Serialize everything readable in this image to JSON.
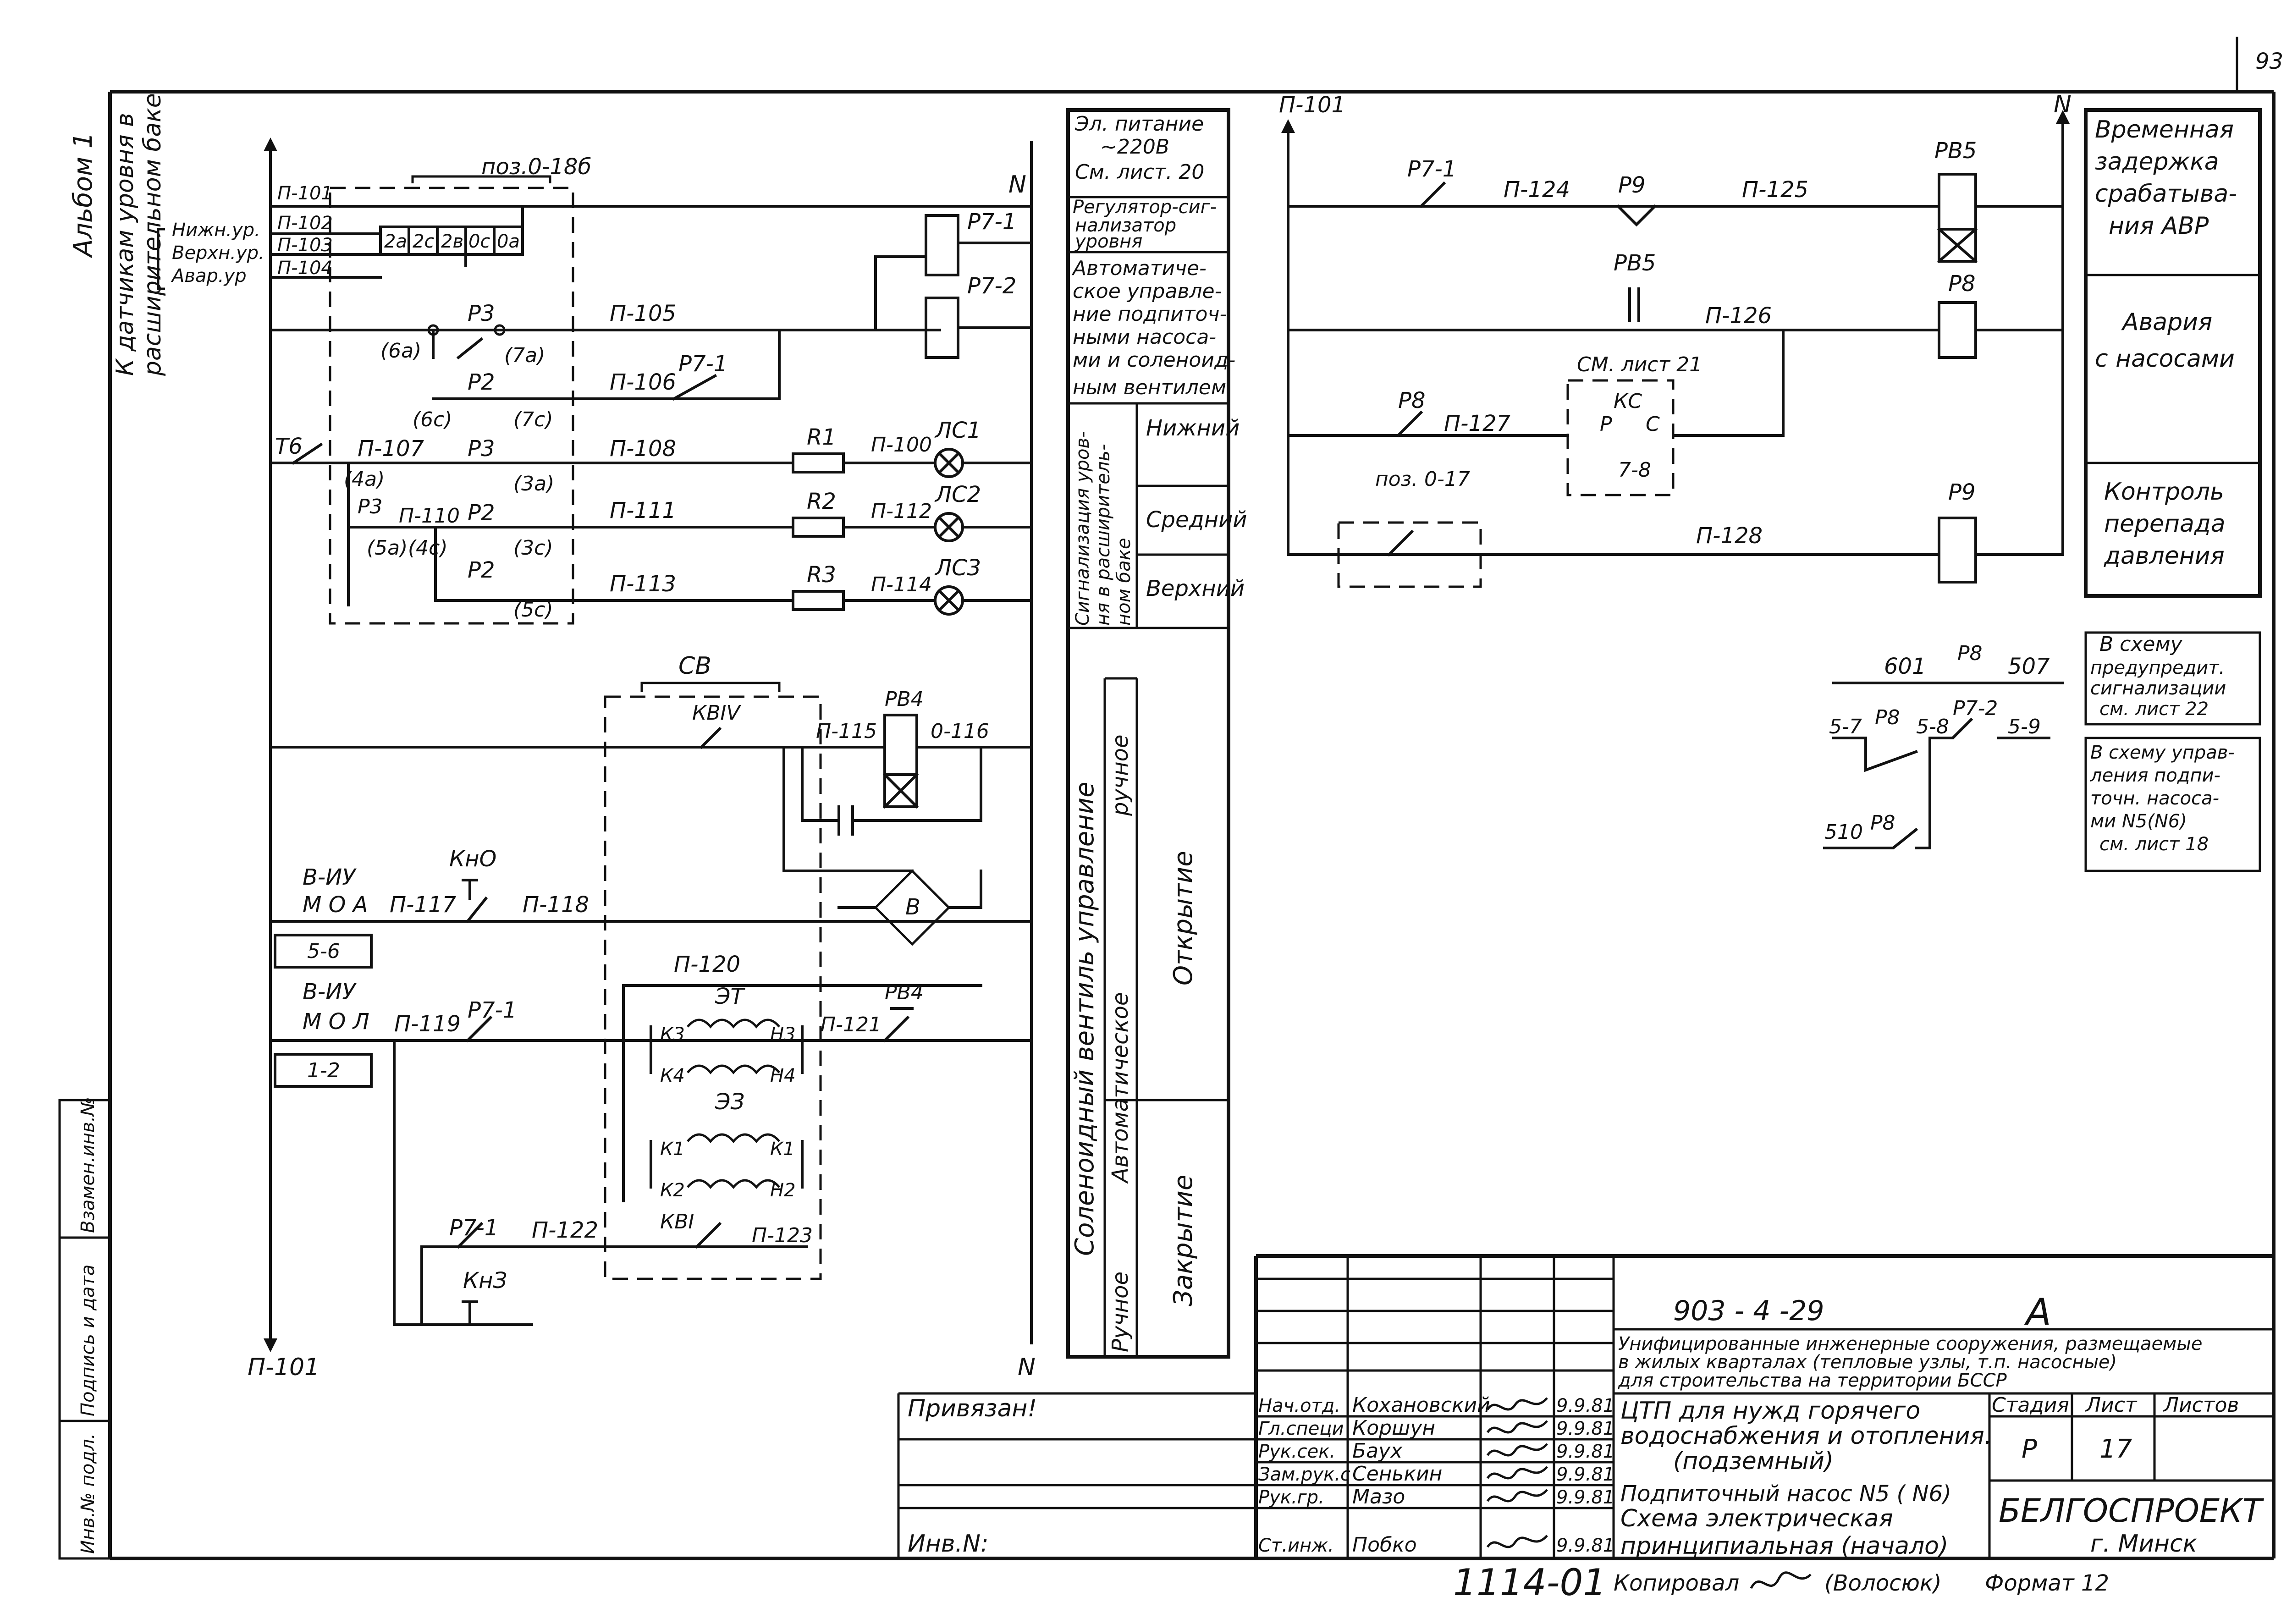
{
  "sheet": {
    "page_no": "93",
    "album": "Альбом 1",
    "level_sensors_1": "К датчикам уровня в",
    "level_sensors_2": "расширительном баке",
    "pos_label": "поз.0-18б",
    "zamen": "Взамен.инв.№",
    "podpis": "Подпись и дата",
    "inv_podl": "Инв.№ подл."
  },
  "wires": {
    "p101_top": "П-101",
    "p102": "П-102",
    "p103": "П-103",
    "p104": "П-104",
    "p105": "П-105",
    "p106": "П-106",
    "p107": "П-107",
    "p108": "П-108",
    "p110": "П-110",
    "p111": "П-111",
    "p112": "П-112",
    "p113": "П-113",
    "p114": "П-114",
    "p100": "П-100",
    "p115": "П-115",
    "o116": "0-116",
    "p117": "П-117",
    "p118": "П-118",
    "p119": "П-119",
    "p120": "П-120",
    "p121": "П-121",
    "p122": "П-122",
    "p123": "П-123",
    "p101_bottom": "П-101",
    "p101_right": "П-101",
    "p124": "П-124",
    "p125": "П-125",
    "p126": "П-126",
    "p127": "П-127",
    "p128": "П-128",
    "n_top": "N",
    "n_bottom": "N",
    "n_right": "N"
  },
  "left_labels": {
    "nizh": "Нижн.ур.",
    "verkh": "Верхн.ур.",
    "avar": "Авар.ур",
    "terminals": [
      "2а",
      "2с",
      "2в",
      "0с",
      "0а"
    ],
    "p3": "Р3",
    "p2": "Р2",
    "p7_1": "Р7-1",
    "p7_2": "Р7-2",
    "c6a": "(6а)",
    "c7a": "(7а)",
    "c6c": "(6с)",
    "c7c": "(7с)",
    "t6": "Т6",
    "c4a": "(4а)",
    "c3a": "(3а)",
    "c5a": "(5а)",
    "c4c": "(4с)",
    "c3c": "(3с)",
    "c5c": "(5с)",
    "r1": "R1",
    "r2": "R2",
    "r3": "R3",
    "ls1": "ЛС1",
    "ls2": "ЛС2",
    "ls3": "ЛС3",
    "cv": "СВ",
    "kviv": "КВIV",
    "pv4": "РВ4",
    "v": "В",
    "viu1": "В-ИУ",
    "moa1": "М О А",
    "s56": "5-6",
    "viu2": "В-ИУ",
    "moa2": "М О Л",
    "s12": "1-2",
    "kno": "КнО",
    "knz": "КнЗ",
    "p7_1b": "Р7-1",
    "p7_1c": "Р7-1",
    "pv4b": "РВ4",
    "et": "ЭТ",
    "ez": "ЭЗ",
    "k3": "К3",
    "k4": "К4",
    "h3": "Н3",
    "h4": "Н4",
    "k1": "К1",
    "k2": "К2",
    "k1b": "К1",
    "h2": "Н2",
    "kvi": "КВI"
  },
  "mid_labels": {
    "supply_1": "Эл. питание",
    "supply_2": "~220В",
    "supply_3": "См. лист. 20",
    "reg_1": "Регулятор-сиг-",
    "reg_2": "нализатор",
    "reg_3": "уровня",
    "auto_1": "Автоматиче-",
    "auto_2": "ское управле-",
    "auto_3": "ние подпиточ-",
    "auto_4": "ными насоса-",
    "auto_5": "ми и соленоид-",
    "auto_6": "ным вентилем",
    "sig_1": "Сигнализация уров-",
    "sig_2": "ня в расширитель-",
    "sig_3": "ном баке",
    "nizhniy": "Нижний",
    "sredniy": "Средний",
    "verkhniy": "Верхний",
    "solenoid": "Соленоидный вентиль управление",
    "ruchnoe_1": "ручное",
    "avtomat": "Автоматическое",
    "ruchnoe_2": "Ручное",
    "otkrytie": "Открытие",
    "zakrytie": "Закрытие"
  },
  "right_labels": {
    "p7_1": "Р7-1",
    "p9": "Р9",
    "pv5": "РВ5",
    "pv5b": "РВ5",
    "p8": "Р8",
    "p8b": "Р8",
    "p9b": "Р9",
    "sm21": "СМ. лист 21",
    "kc": "КС",
    "p": "Р",
    "c": "С",
    "s78": "7-8",
    "poz017": "поз. 0-17",
    "d1_1": "Временная",
    "d1_2": "задержка",
    "d1_3": "срабатыва-",
    "d1_4": "ния АВР",
    "d2_1": "Авария",
    "d2_2": "с насосами",
    "d3_1": "Контроль",
    "d3_2": "перепада",
    "d3_3": "давления",
    "n601": "601",
    "n507": "507",
    "np8a": "Р8",
    "n57": "5-7",
    "np8b": "Р8",
    "n58": "5-8",
    "np72": "Р7-2",
    "n59": "5-9",
    "n510": "510",
    "np8c": "Р8",
    "pr_1": "В схему",
    "pr_2": "предупредит.",
    "pr_3": "сигнализации",
    "pr_4": "см. лист 22",
    "up_1": "В схему управ-",
    "up_2": "ления подпи-",
    "up_3": "точн. насоса-",
    "up_4": "ми N5(N6)",
    "up_5": "см. лист 18"
  },
  "title_block": {
    "project_no": "903 - 4 -29",
    "stage_letter": "А",
    "desc_1": "Унифицированные инженерные сооружения, размещаемые",
    "desc_2": "в жилых кварталах (тепловые узлы, т.п. насосные)",
    "desc_3": "для строительства на территории  БССР",
    "privyazan": "Привязан!",
    "inv_n": "Инв.N:",
    "roles": [
      "Нач.отд.",
      "Гл.специ",
      "Рук.сек.",
      "Зам.рук.с",
      "Рук.гр.",
      "Ст.инж."
    ],
    "names": [
      "Кохановский",
      "Коршун",
      "Баух",
      "Сенькин",
      "Мазо",
      "Побко"
    ],
    "dates": [
      "9.9.81",
      "9.9.81",
      "9.9.81",
      "9.9.81",
      "9.9.81",
      "9.9.81"
    ],
    "title_1": "ЦТП для нужд горячего",
    "title_2": "водоснабжения и отопления.",
    "title_3": "(подземный)",
    "sub_1": "Подпиточный насос N5 ( N6)",
    "sub_2": "Схема электрическая",
    "sub_3": "принципиальная (начало)",
    "stadia": "Стадия",
    "list": "Лист",
    "listov": "Листов",
    "stadia_val": "Р",
    "list_val": "17",
    "org": "БЕЛГОСПРОЕКТ",
    "city": "г. Минск",
    "copy_no": "1114-01",
    "kopiroval": "Копировал",
    "copier": "(Волосюк)",
    "format": "Формат 12"
  }
}
